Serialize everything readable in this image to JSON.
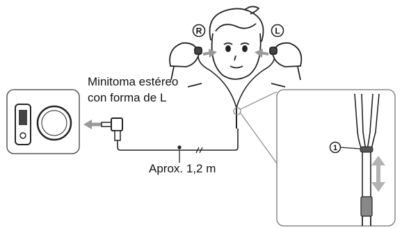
{
  "diagram": {
    "plug_label_line1": "Minitoma estéreo",
    "plug_label_line2": "con forma de L",
    "cable_length_label": "Aprox. 1,2 m",
    "right_marker": "R",
    "left_marker": "L",
    "callout_number": "1"
  },
  "colors": {
    "line": "#1a1a1a",
    "panel_border": "#888888",
    "arrow_gray": "#999999",
    "cable_gray": "#b3b3b3"
  }
}
